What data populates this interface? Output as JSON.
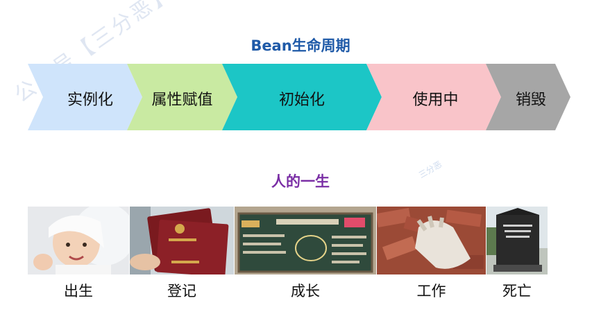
{
  "watermark": {
    "text": "公众号【三分恶】出品",
    "small_text": "三分恶"
  },
  "bean_title": "Bean生命周期",
  "stages": [
    {
      "label": "实例化",
      "color": "#cfe4fb"
    },
    {
      "label": "属性赋值",
      "color": "#c9eaa2"
    },
    {
      "label": "初始化",
      "color": "#1cc6c6"
    },
    {
      "label": "使用中",
      "color": "#f9c4c9"
    },
    {
      "label": "销毁",
      "color": "#a6a6a6"
    }
  ],
  "life_title": "人的一生",
  "life_stages": [
    {
      "label": "出生",
      "image": "baby-photo"
    },
    {
      "label": "登记",
      "image": "household-register-photo"
    },
    {
      "label": "成长",
      "image": "blackboard-photo"
    },
    {
      "label": "工作",
      "image": "work-glove-bricks-photo"
    },
    {
      "label": "死亡",
      "image": "gravestone-photo"
    }
  ]
}
